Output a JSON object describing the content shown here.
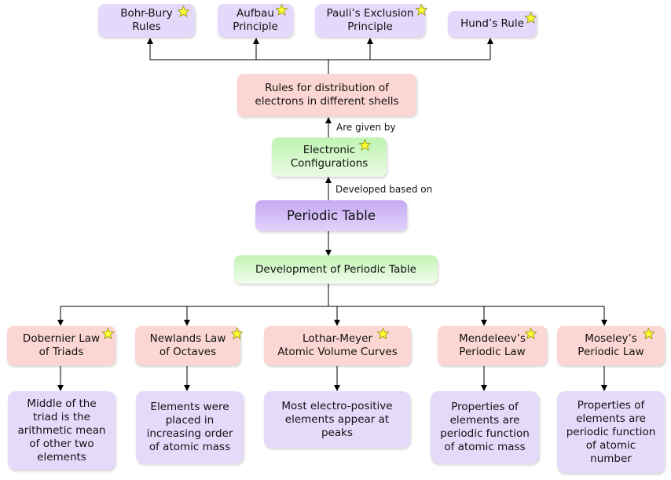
{
  "rules": [
    {
      "id": "bohr",
      "label": "Bohr-Bury\nRules",
      "starred": true
    },
    {
      "id": "aufbau",
      "label": "Aufbau\nPrinciple",
      "starred": true
    },
    {
      "id": "pauli",
      "label": "Pauli’s Exclusion\nPrinciple",
      "starred": true
    },
    {
      "id": "hund",
      "label": "Hund’s Rule",
      "starred": true
    }
  ],
  "rules_distribution": {
    "label": "Rules for distribution of\nelectrons in different shells"
  },
  "edge_given_by": {
    "label": "Are given by"
  },
  "electronic_configurations": {
    "label": "Electronic\nConfigurations",
    "starred": true
  },
  "edge_developed": {
    "label": "Developed based on"
  },
  "periodic_table": {
    "label": "Periodic Table"
  },
  "development": {
    "label": "Development of Periodic Table"
  },
  "laws": [
    {
      "id": "dobernier",
      "label": "Dobernier Law\nof Triads",
      "starred": true,
      "description": "Middle of the\ntriad is the\narithmetic mean\nof other two\nelements"
    },
    {
      "id": "newlands",
      "label": "Newlands Law\nof Octaves",
      "starred": true,
      "description": "Elements were\nplaced in\nincreasing order\nof atomic mass"
    },
    {
      "id": "lothar",
      "label": "Lothar-Meyer\nAtomic Volume Curves",
      "starred": true,
      "description": "Most electro-positive\nelements appear at\npeaks"
    },
    {
      "id": "mendeleev",
      "label": "Mendeleev’s\nPeriodic Law",
      "starred": true,
      "description": "Properties of\nelements are\nperiodic function\nof atomic mass"
    },
    {
      "id": "moseley",
      "label": "Moseley’s\nPeriodic Law",
      "starred": true,
      "description": "Properties of\nelements are\nperiodic function\nof atomic\nnumber"
    }
  ],
  "colors": {
    "rule_box": "#e5d9fb",
    "distribution_box": "#fbd6d3",
    "config_box": "#bff4b2",
    "periodic_table_box": "#c7a9f3",
    "law_box": "#fbd6d3",
    "description_box": "#e6dafb",
    "star": "#ffff33"
  }
}
